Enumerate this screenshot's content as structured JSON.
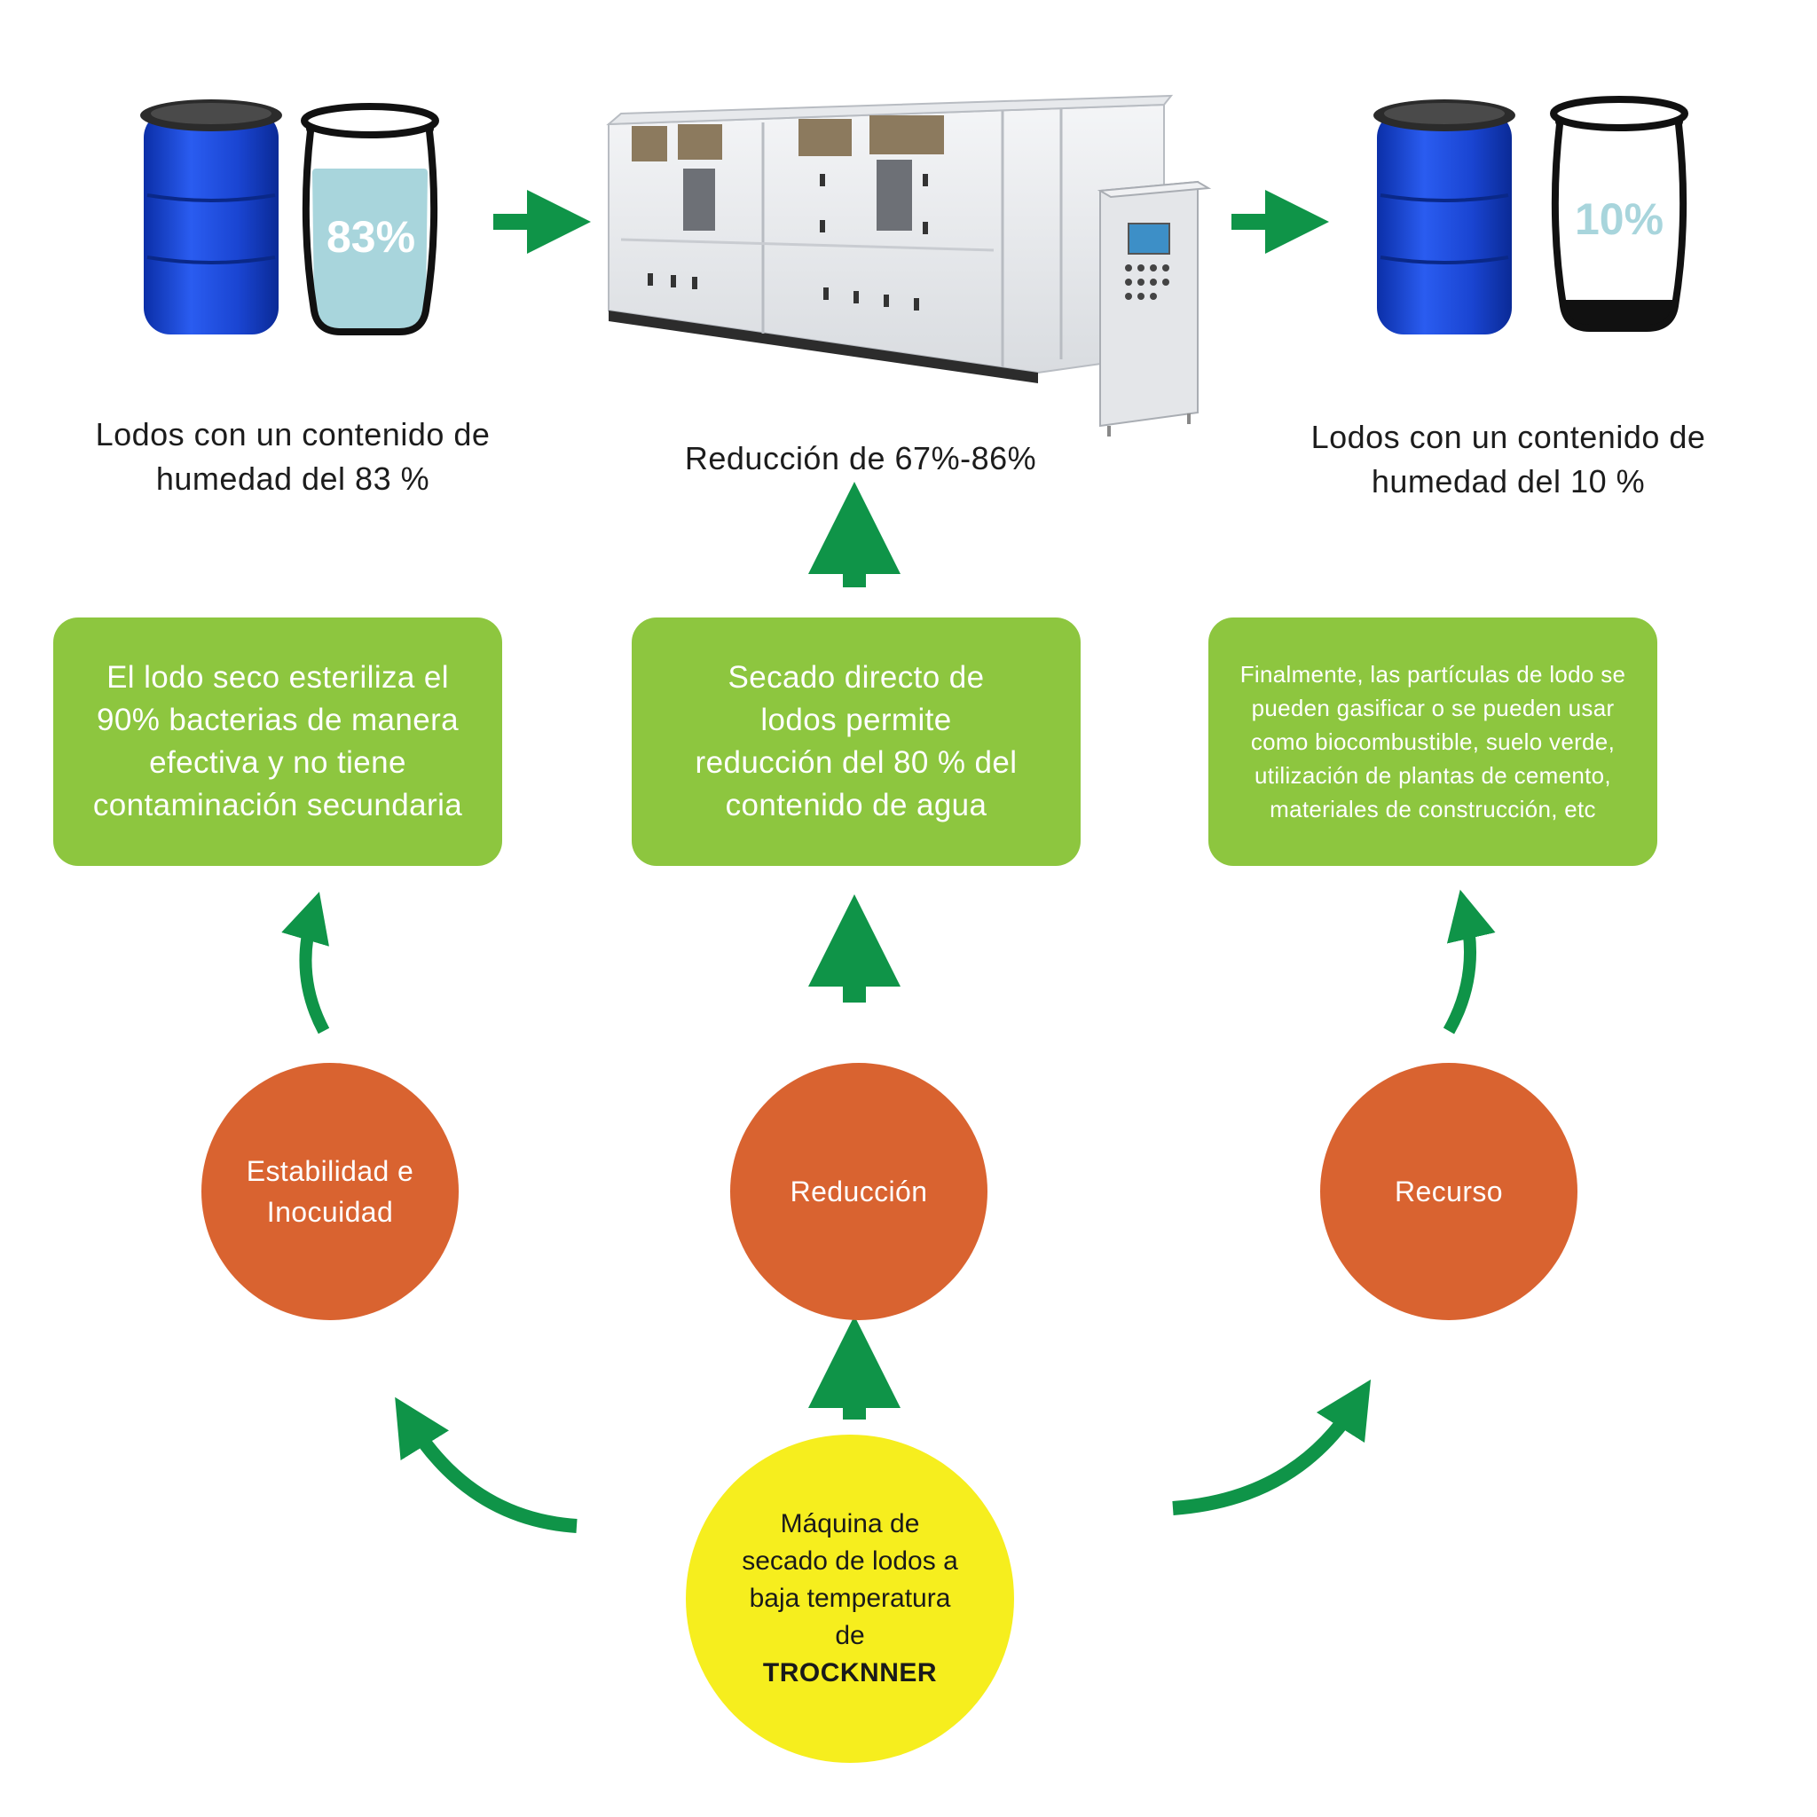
{
  "top": {
    "left_jar_percent": "83%",
    "right_jar_percent": "10%",
    "left_caption": "Lodos con un contenido de humedad del 83 %",
    "center_caption": "Reducción de 67%-86%",
    "right_caption": "Lodos con un contenido de humedad del 10 %"
  },
  "boxes": {
    "left": "El lodo seco esteriliza el 90% bacterias de manera efectiva y no tiene contaminación secundaria",
    "center": "Secado directo de lodos permite reducción del 80 % del contenido de agua",
    "right": "Finalmente, las partículas de lodo se pueden gasificar o se pueden usar como biocombustible, suelo verde, utilización de plantas de cemento, materiales de construcción, etc"
  },
  "circles": {
    "left": "Estabilidad e Inocuidad",
    "center": "Reducción",
    "right": "Recurso"
  },
  "machine": {
    "line": "Máquina de secado de lodos a baja temperatura de",
    "brand": "TROCKNNER"
  },
  "colors": {
    "arrow_green": "#0f9448",
    "box_green": "#8dc63f",
    "circle_orange": "#d96330",
    "machine_yellow": "#f6ee1e",
    "barrel_blue": "#1746d6",
    "water_blue": "#a8d5dc"
  }
}
